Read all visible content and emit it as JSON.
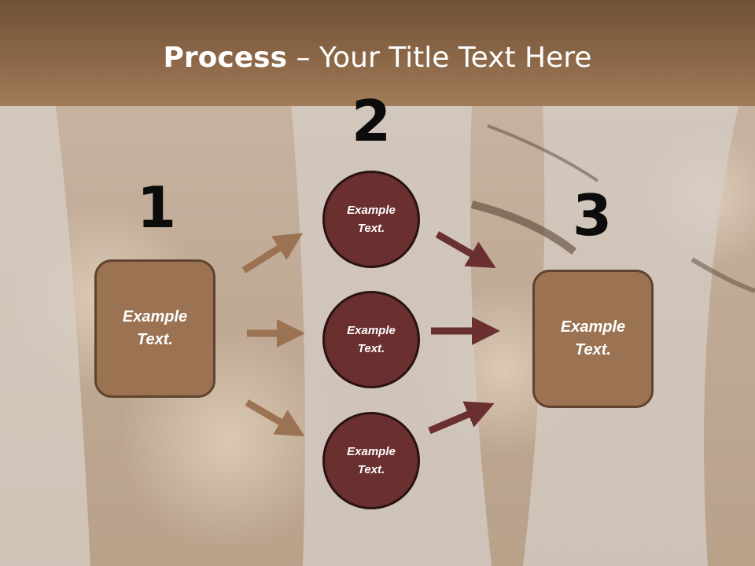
{
  "title": {
    "bold": "Process",
    "rest": " – Your Title Text Here"
  },
  "steps": [
    {
      "number": "1",
      "label": "Example\nText."
    },
    {
      "number": "2",
      "items": [
        "Example\nText.",
        "Example\nText.",
        "Example\nText."
      ]
    },
    {
      "number": "3",
      "label": "Example\nText."
    }
  ],
  "colors": {
    "title_band": "#8b6748",
    "box_fill": "#9b7352",
    "circle_fill": "#6a2f2f",
    "arrow_left": "#9b7352",
    "arrow_right": "#6a2f2f"
  }
}
